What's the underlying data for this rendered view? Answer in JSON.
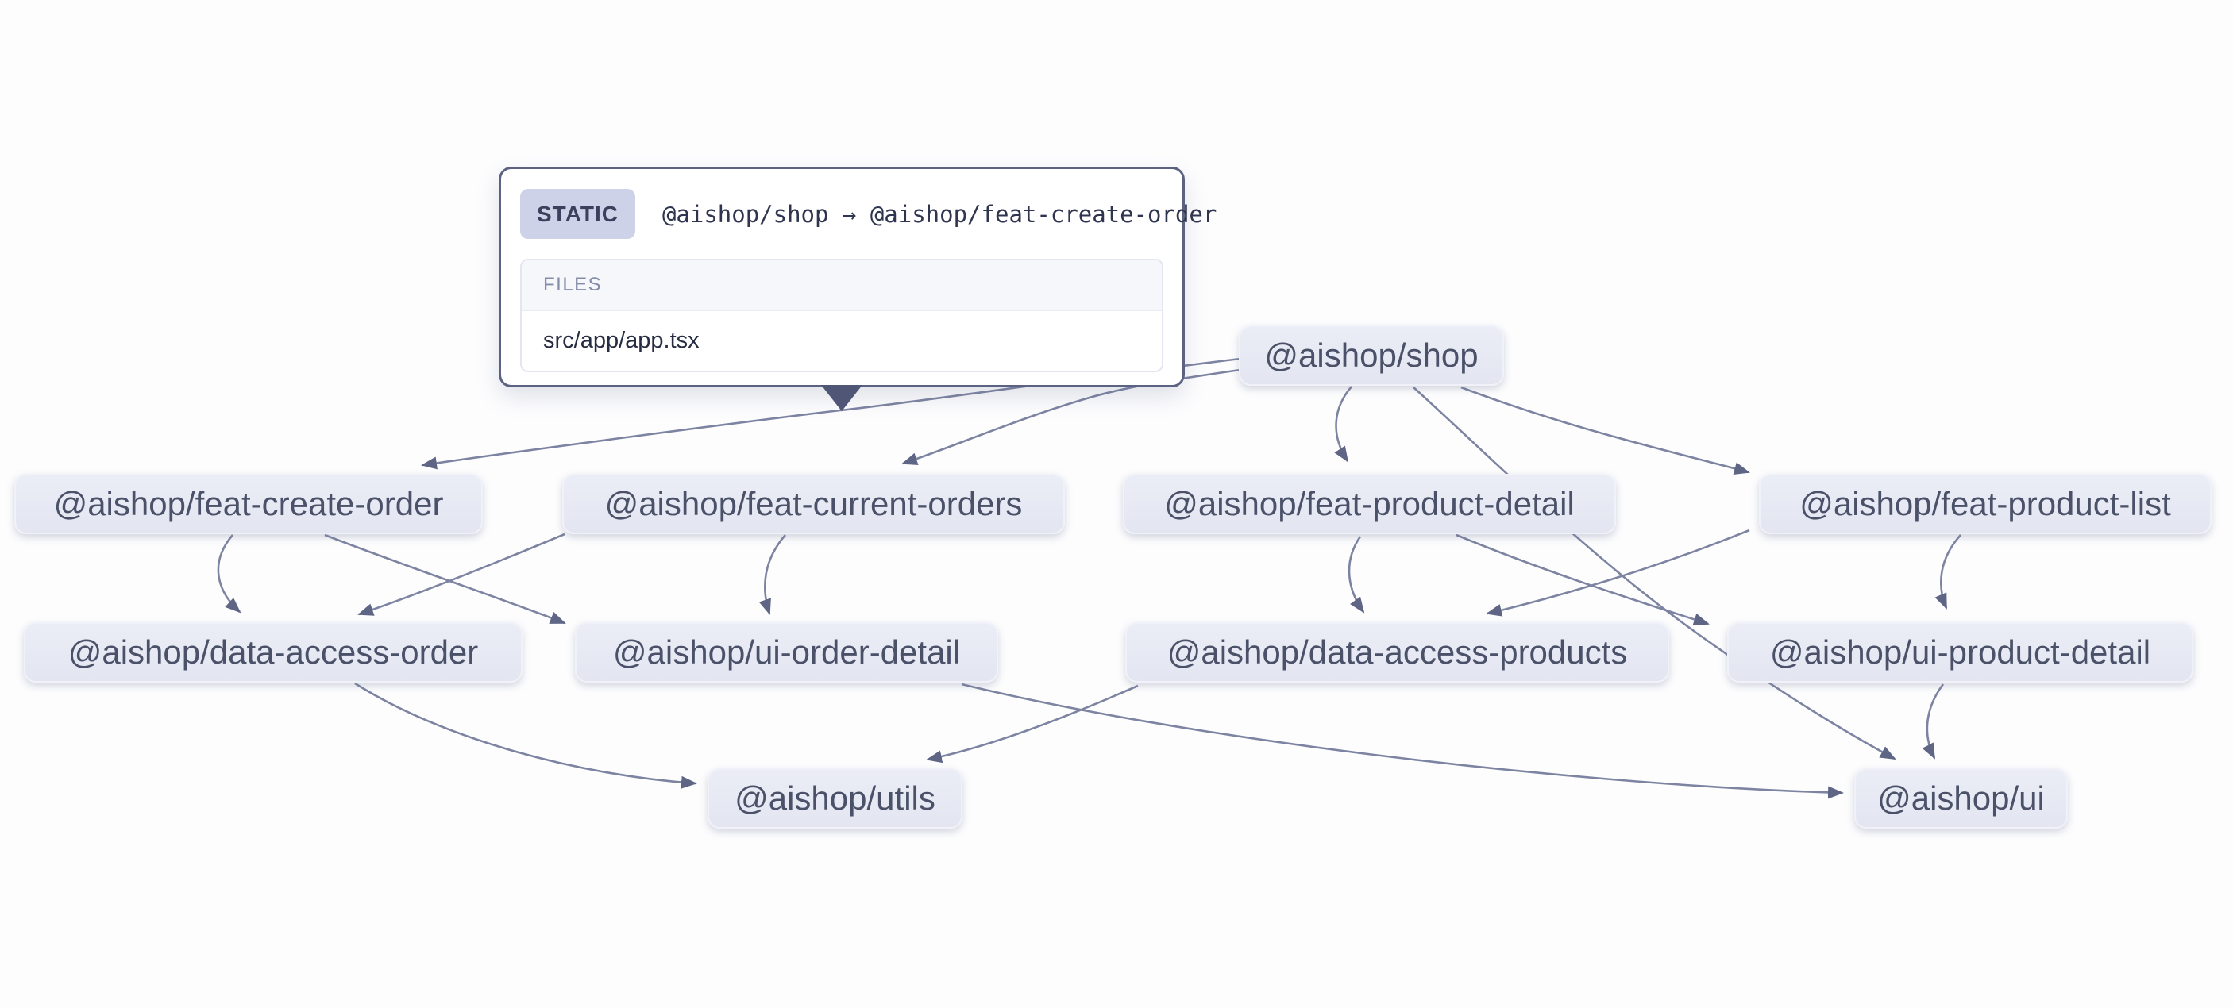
{
  "app": {
    "background": "#fdfdfe"
  },
  "tooltip": {
    "badge": "STATIC",
    "relation": "@aishop/shop → @aishop/feat-create-order",
    "files_header": "FILES",
    "files": [
      "src/app/app.tsx"
    ]
  },
  "colors": {
    "edge": "#7d84a1",
    "arrowhead": "#5f6685",
    "node_bg": "#e5e8f2",
    "node_text": "#4a5168",
    "tooltip_border": "#5c6382",
    "badge_bg": "#cdd2e9",
    "caret": "#4f5676"
  },
  "graph": {
    "nodes": [
      {
        "id": "shop",
        "label": "@aishop/shop"
      },
      {
        "id": "feat-create-order",
        "label": "@aishop/feat-create-order"
      },
      {
        "id": "feat-current-orders",
        "label": "@aishop/feat-current-orders"
      },
      {
        "id": "feat-product-detail",
        "label": "@aishop/feat-product-detail"
      },
      {
        "id": "feat-product-list",
        "label": "@aishop/feat-product-list"
      },
      {
        "id": "data-access-order",
        "label": "@aishop/data-access-order"
      },
      {
        "id": "ui-order-detail",
        "label": "@aishop/ui-order-detail"
      },
      {
        "id": "data-access-products",
        "label": "@aishop/data-access-products"
      },
      {
        "id": "ui-product-detail",
        "label": "@aishop/ui-product-detail"
      },
      {
        "id": "utils",
        "label": "@aishop/utils"
      },
      {
        "id": "ui",
        "label": "@aishop/ui"
      }
    ],
    "edges": [
      {
        "from": "shop",
        "to": "feat-create-order",
        "type": "static",
        "hovered": true
      },
      {
        "from": "shop",
        "to": "feat-current-orders",
        "type": "static"
      },
      {
        "from": "shop",
        "to": "feat-product-detail",
        "type": "static"
      },
      {
        "from": "shop",
        "to": "feat-product-list",
        "type": "static"
      },
      {
        "from": "shop",
        "to": "ui",
        "type": "static"
      },
      {
        "from": "feat-create-order",
        "to": "data-access-order",
        "type": "static"
      },
      {
        "from": "feat-create-order",
        "to": "ui-order-detail",
        "type": "static"
      },
      {
        "from": "feat-current-orders",
        "to": "data-access-order",
        "type": "static"
      },
      {
        "from": "feat-current-orders",
        "to": "ui-order-detail",
        "type": "static"
      },
      {
        "from": "feat-product-detail",
        "to": "data-access-products",
        "type": "static"
      },
      {
        "from": "feat-product-detail",
        "to": "ui-product-detail",
        "type": "static"
      },
      {
        "from": "feat-product-list",
        "to": "data-access-products",
        "type": "static"
      },
      {
        "from": "feat-product-list",
        "to": "ui-product-detail",
        "type": "static"
      },
      {
        "from": "data-access-order",
        "to": "utils",
        "type": "static"
      },
      {
        "from": "data-access-products",
        "to": "utils",
        "type": "static"
      },
      {
        "from": "ui-order-detail",
        "to": "ui",
        "type": "static"
      },
      {
        "from": "ui-product-detail",
        "to": "ui",
        "type": "static"
      }
    ]
  }
}
